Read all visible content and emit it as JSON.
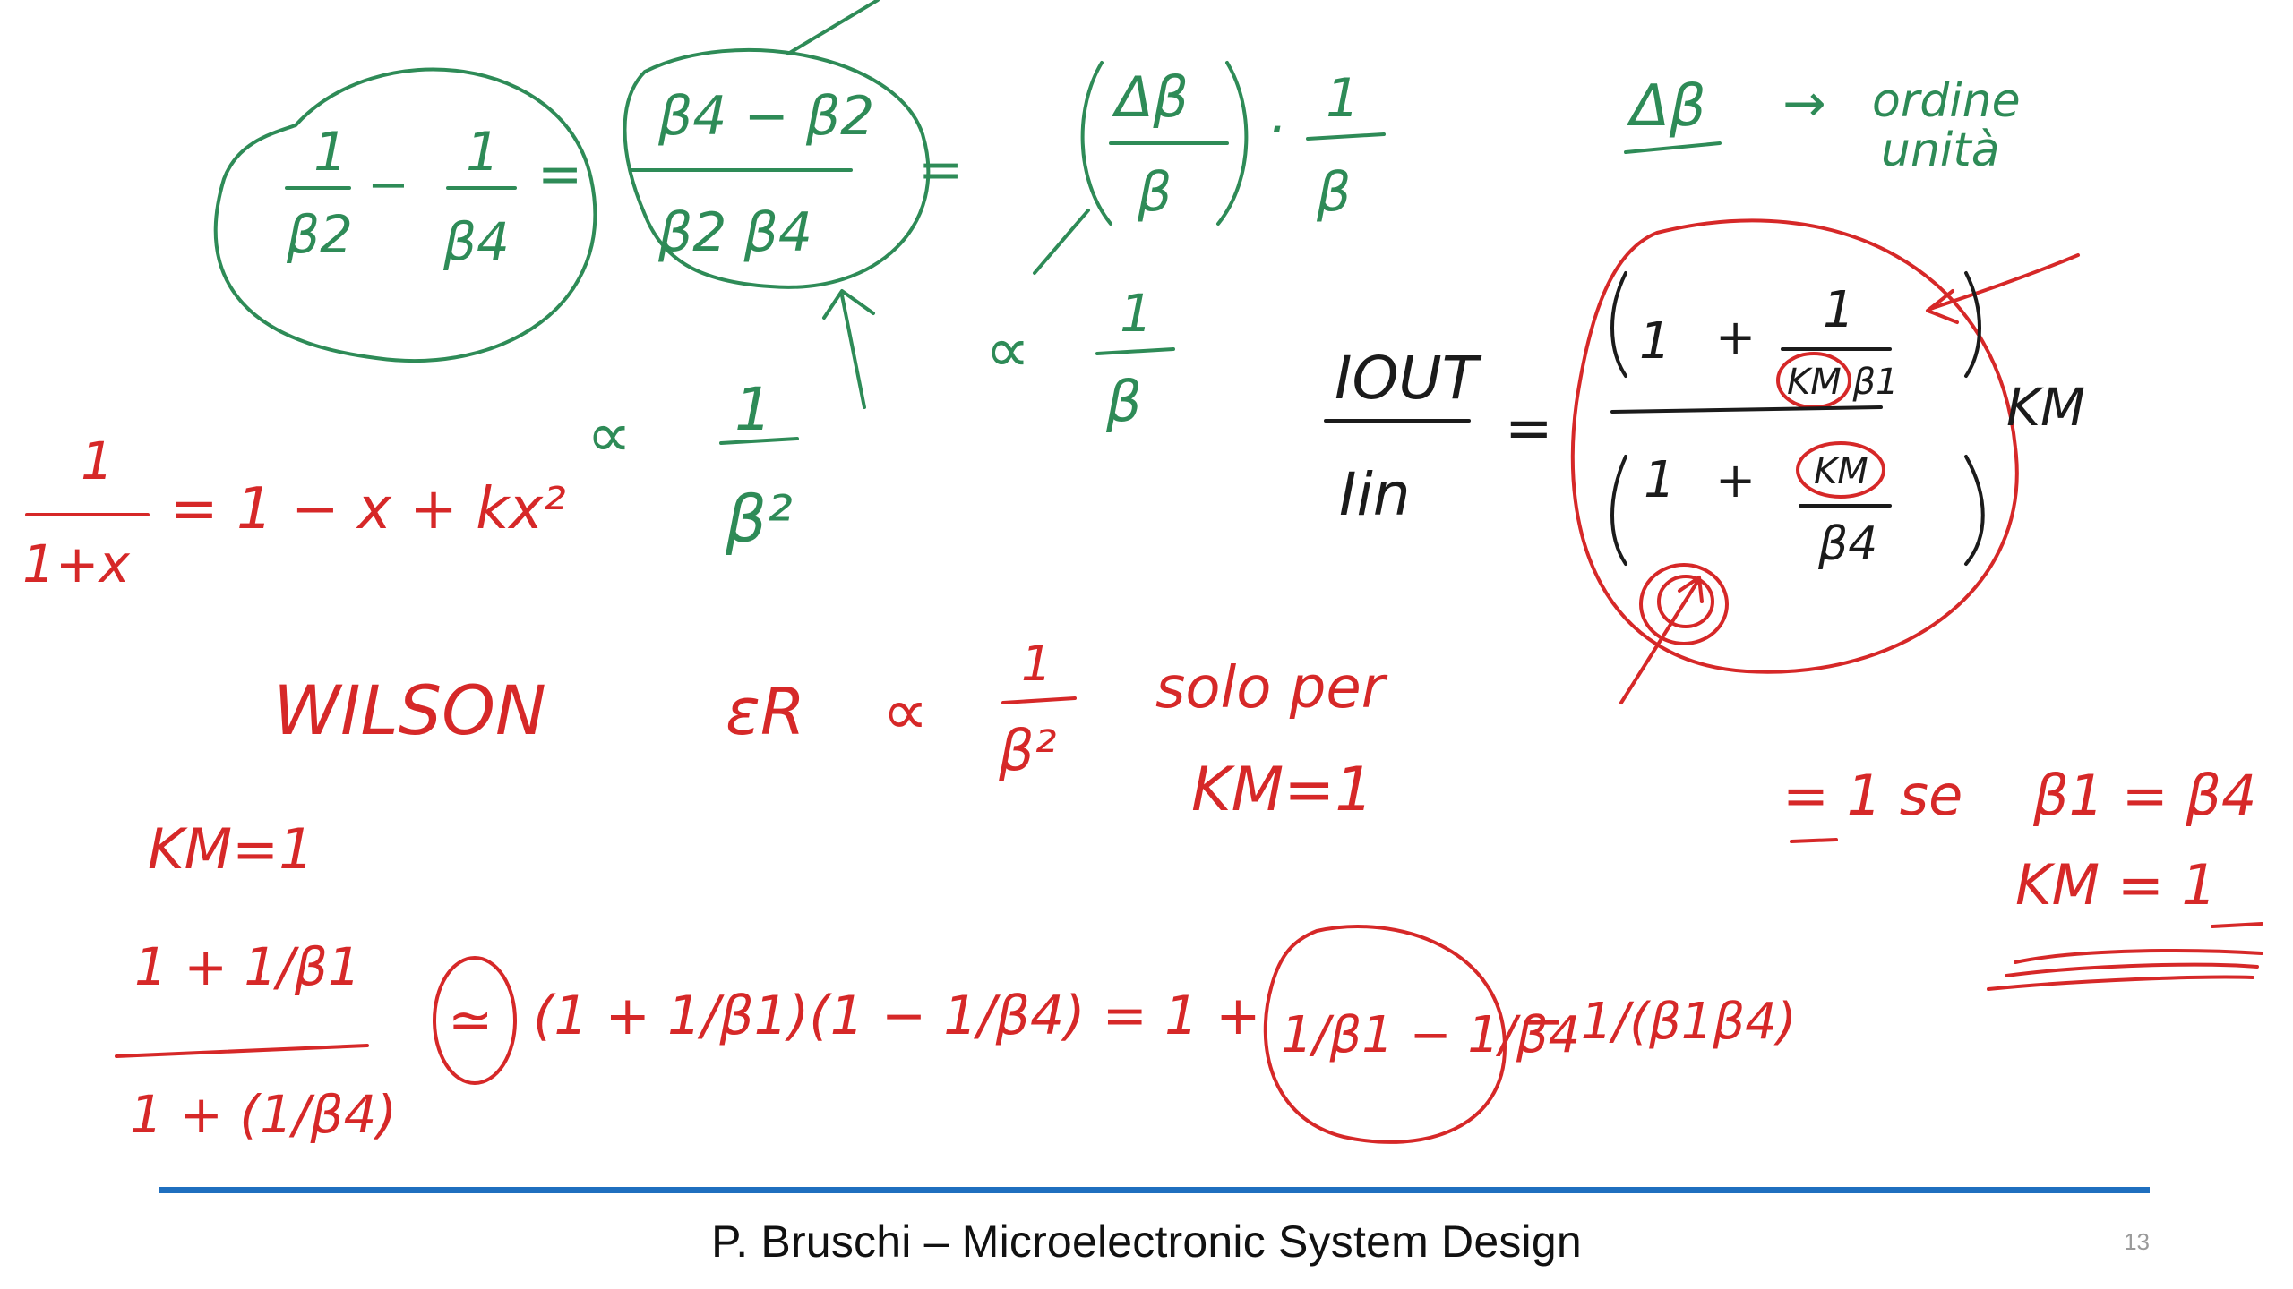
{
  "slide": {
    "footer": "P. Bruschi – Microelectronic System Design",
    "page_number": "13",
    "colors": {
      "green_ink": "#2e8b57",
      "red_ink": "#d62828",
      "black_ink": "#1b1b1b",
      "rule": "#1f6fbf",
      "page_number": "#9a9a9a"
    }
  },
  "green_notes": {
    "lhs_a": "1",
    "lhs_a_den": "β2",
    "minus": "−",
    "lhs_b": "1",
    "lhs_b_den": "β4",
    "eq1": "=",
    "num": "β4 − β2",
    "den": "β2 β4",
    "eq2": "=",
    "delta_num": "Δβ",
    "delta_den": "β",
    "dot": "·",
    "one": "1",
    "beta": "β",
    "prop": "∝",
    "prop_one": "1",
    "prop_beta": "β",
    "prop2_one": "1",
    "prop2_beta2": "β²",
    "delta_beta": "Δβ",
    "arrow": "→",
    "note_line1": "ordine",
    "note_line2": "unità"
  },
  "red_notes": {
    "series_lhs_num": "1",
    "series_lhs_den": "1+x",
    "series_rhs": "= 1 − x + kx²",
    "wilson": "WILSON",
    "er": "εR",
    "er_prop": "∝",
    "er_one": "1",
    "er_beta2": "β²",
    "solo_per": "solo per",
    "km_eq_1": "KM=1",
    "ratio_eq": "=",
    "num_one": "1",
    "num_plus": "+",
    "num_frac_one": "1",
    "num_frac_den": "KM β1",
    "km_outside": "KM",
    "den_one": "1",
    "den_plus": "+",
    "den_frac_num": "KM",
    "den_frac_den": "β4",
    "equals_one": "= 1 se",
    "cond1": "β1 = β4",
    "cond2": "KM = 1",
    "km1_label": "KM=1",
    "expansion_num": "1 + 1/β1",
    "expansion_den": "1 + (1/β4)",
    "approx": "≃",
    "product": "(1 + 1/β1)(1 − 1/β4) = 1 +",
    "circled_terms": "1/β1 − 1/β4",
    "last_term": "− 1/(β1β4)"
  },
  "black_notes": {
    "iout": "IOUT",
    "iin": "Iin"
  }
}
